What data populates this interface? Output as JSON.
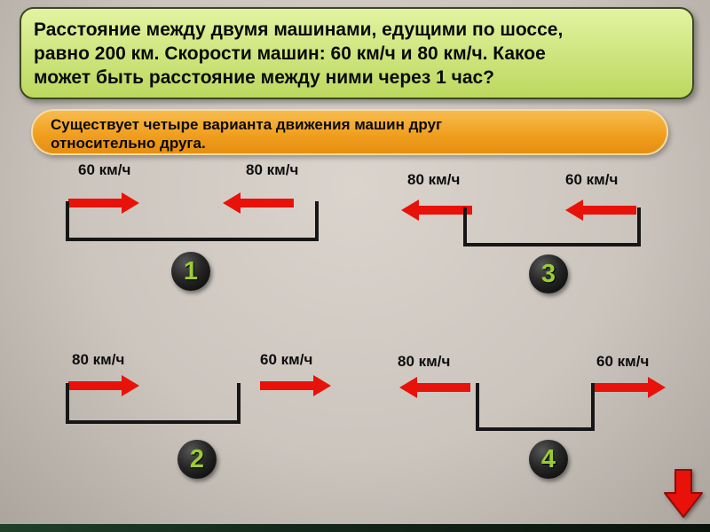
{
  "slide": {
    "problem_lines": [
      "Расстояние между двумя машинами, едущими по шоссе,",
      "равно 200 км. Скорости машин: 60 км/ч и 80 км/ч. Какое",
      "может быть расстояние между ними через 1 час?"
    ],
    "note_lines": [
      "Существует четыре варианта движения машин друг",
      "относительно друга."
    ]
  },
  "diagrams": [
    {
      "number": "1",
      "left_speed": "60 км/ч",
      "right_speed": "80 км/ч",
      "left_arrow_direction": "right",
      "right_arrow_direction": "left"
    },
    {
      "number": "2",
      "left_speed": "80 км/ч",
      "right_speed": "60 км/ч",
      "left_arrow_direction": "right",
      "right_arrow_direction": "right"
    },
    {
      "number": "3",
      "left_speed": "80 км/ч",
      "right_speed": "60 км/ч",
      "left_arrow_direction": "left",
      "right_arrow_direction": "left"
    },
    {
      "number": "4",
      "left_speed": "80 км/ч",
      "right_speed": "60 км/ч",
      "left_arrow_direction": "left",
      "right_arrow_direction": "right"
    }
  ],
  "nav": {
    "next_slide_icon": "red-down-arrow"
  },
  "colors": {
    "problem_box_bg": "#cde47c",
    "note_box_bg": "#ef9d1d",
    "arrow_red": "#e8120b",
    "badge_bg": "#161616",
    "badge_number": "#9acd32",
    "background": "#ccc5be"
  }
}
